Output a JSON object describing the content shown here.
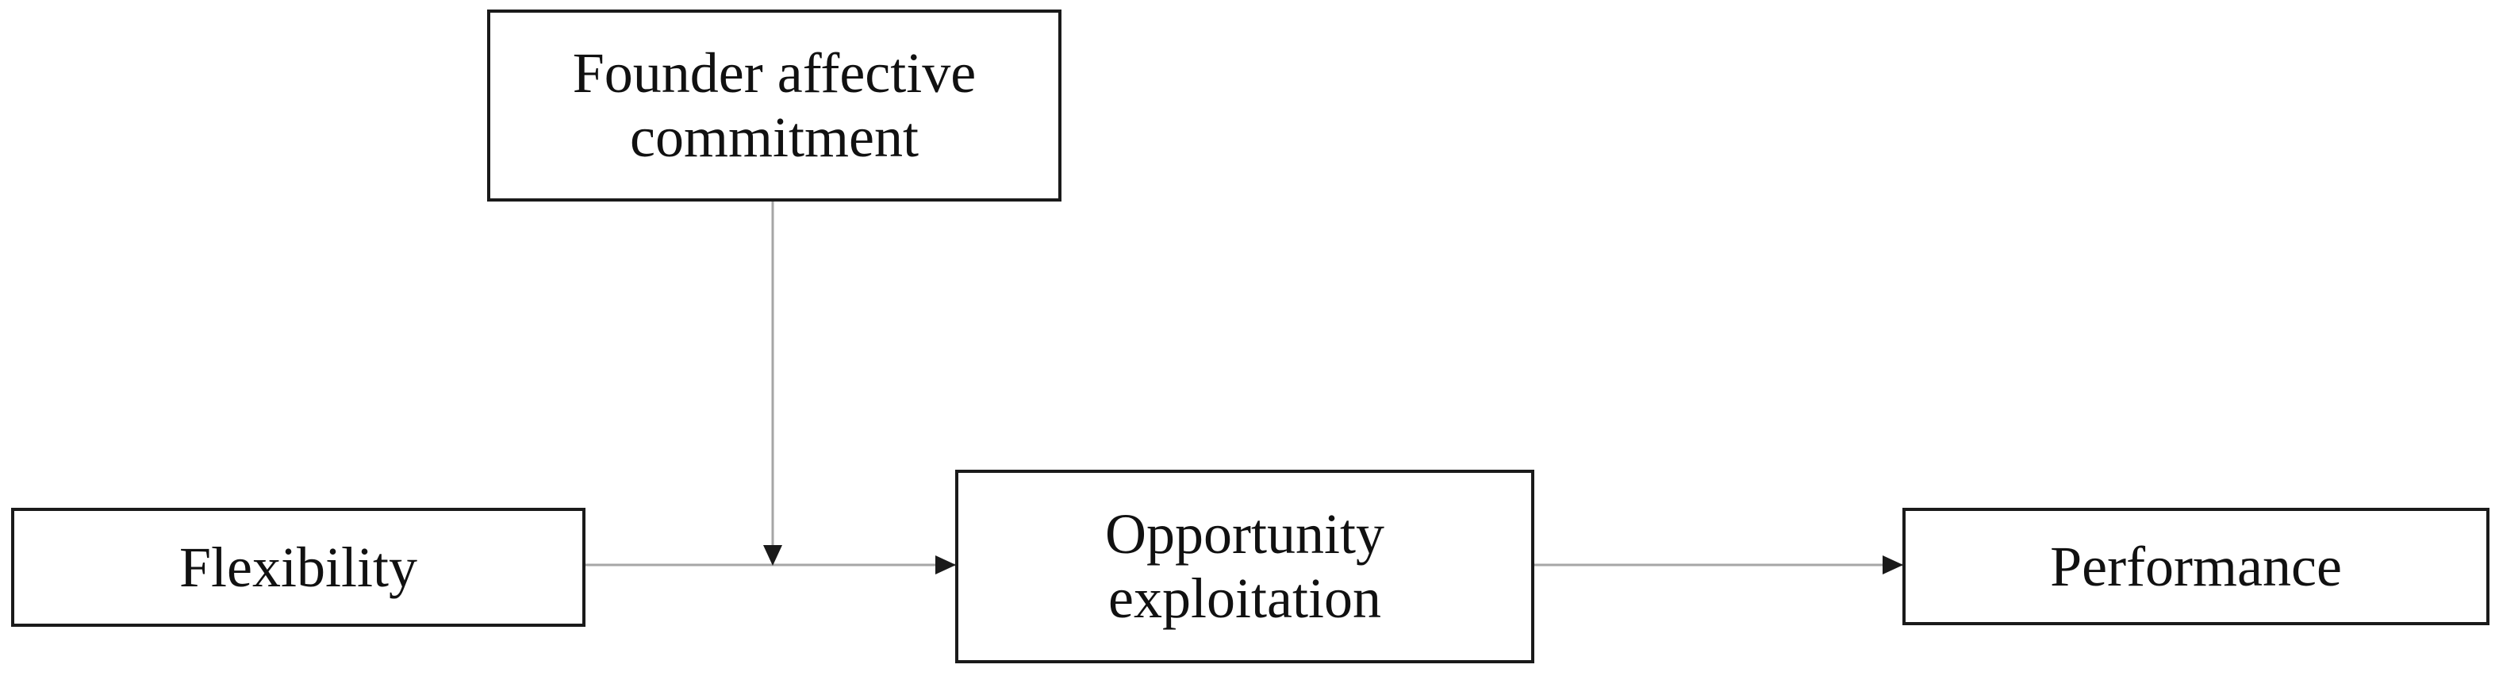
{
  "diagram": {
    "nodes": {
      "founder": {
        "line1": "Founder affective",
        "line2": "commitment"
      },
      "flexibility": {
        "label": "Flexibility"
      },
      "opportunity": {
        "line1": "Opportunity",
        "line2": "exploitation"
      },
      "performance": {
        "label": "Performance"
      }
    },
    "edges": [
      {
        "from": "flexibility",
        "to": "opportunity",
        "kind": "direct"
      },
      {
        "from": "opportunity",
        "to": "performance",
        "kind": "direct"
      },
      {
        "from": "founder",
        "to": "flexibility->opportunity",
        "kind": "moderation"
      }
    ],
    "colors": {
      "box_border": "#1a1a1a",
      "line": "#a6a6a6",
      "arrowhead": "#1a1a1a",
      "background": "#ffffff"
    }
  }
}
